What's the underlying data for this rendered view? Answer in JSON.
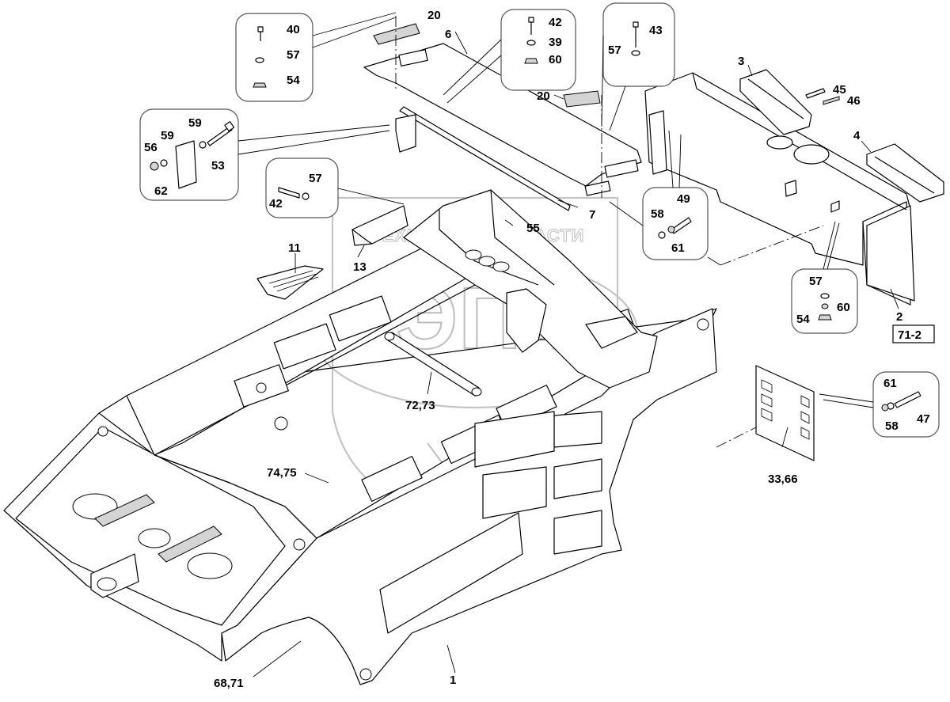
{
  "watermark": {
    "text": "ТЕХНИКА И ЗАПЧАСТИ",
    "logo_letters": "ЭПФ"
  },
  "callouts": [
    {
      "id": "c1",
      "text": "1"
    },
    {
      "id": "c2",
      "text": "2"
    },
    {
      "id": "c3",
      "text": "3"
    },
    {
      "id": "c4",
      "text": "4"
    },
    {
      "id": "c6",
      "text": "6"
    },
    {
      "id": "c7",
      "text": "7"
    },
    {
      "id": "c11",
      "text": "11"
    },
    {
      "id": "c13",
      "text": "13"
    },
    {
      "id": "c20a",
      "text": "20"
    },
    {
      "id": "c20b",
      "text": "20"
    },
    {
      "id": "c33",
      "text": "33,66"
    },
    {
      "id": "c39",
      "text": "39"
    },
    {
      "id": "c40",
      "text": "40"
    },
    {
      "id": "c42a",
      "text": "42"
    },
    {
      "id": "c42b",
      "text": "42"
    },
    {
      "id": "c43",
      "text": "43"
    },
    {
      "id": "c45",
      "text": "45"
    },
    {
      "id": "c46",
      "text": "46"
    },
    {
      "id": "c47",
      "text": "47"
    },
    {
      "id": "c49",
      "text": "49"
    },
    {
      "id": "c53",
      "text": "53"
    },
    {
      "id": "c54a",
      "text": "54"
    },
    {
      "id": "c54b",
      "text": "54"
    },
    {
      "id": "c55",
      "text": "55"
    },
    {
      "id": "c56",
      "text": "56"
    },
    {
      "id": "c57a",
      "text": "57"
    },
    {
      "id": "c57b",
      "text": "57"
    },
    {
      "id": "c57c",
      "text": "57"
    },
    {
      "id": "c57d",
      "text": "57"
    },
    {
      "id": "c58a",
      "text": "58"
    },
    {
      "id": "c58b",
      "text": "58"
    },
    {
      "id": "c59a",
      "text": "59"
    },
    {
      "id": "c59b",
      "text": "59"
    },
    {
      "id": "c60a",
      "text": "60"
    },
    {
      "id": "c60b",
      "text": "60"
    },
    {
      "id": "c61a",
      "text": "61"
    },
    {
      "id": "c61b",
      "text": "61"
    },
    {
      "id": "c62",
      "text": "62"
    },
    {
      "id": "c68",
      "text": "68,71"
    },
    {
      "id": "c72",
      "text": "72,73"
    },
    {
      "id": "c74",
      "text": "74,75"
    }
  ],
  "reference_box": {
    "text": "71-2"
  }
}
